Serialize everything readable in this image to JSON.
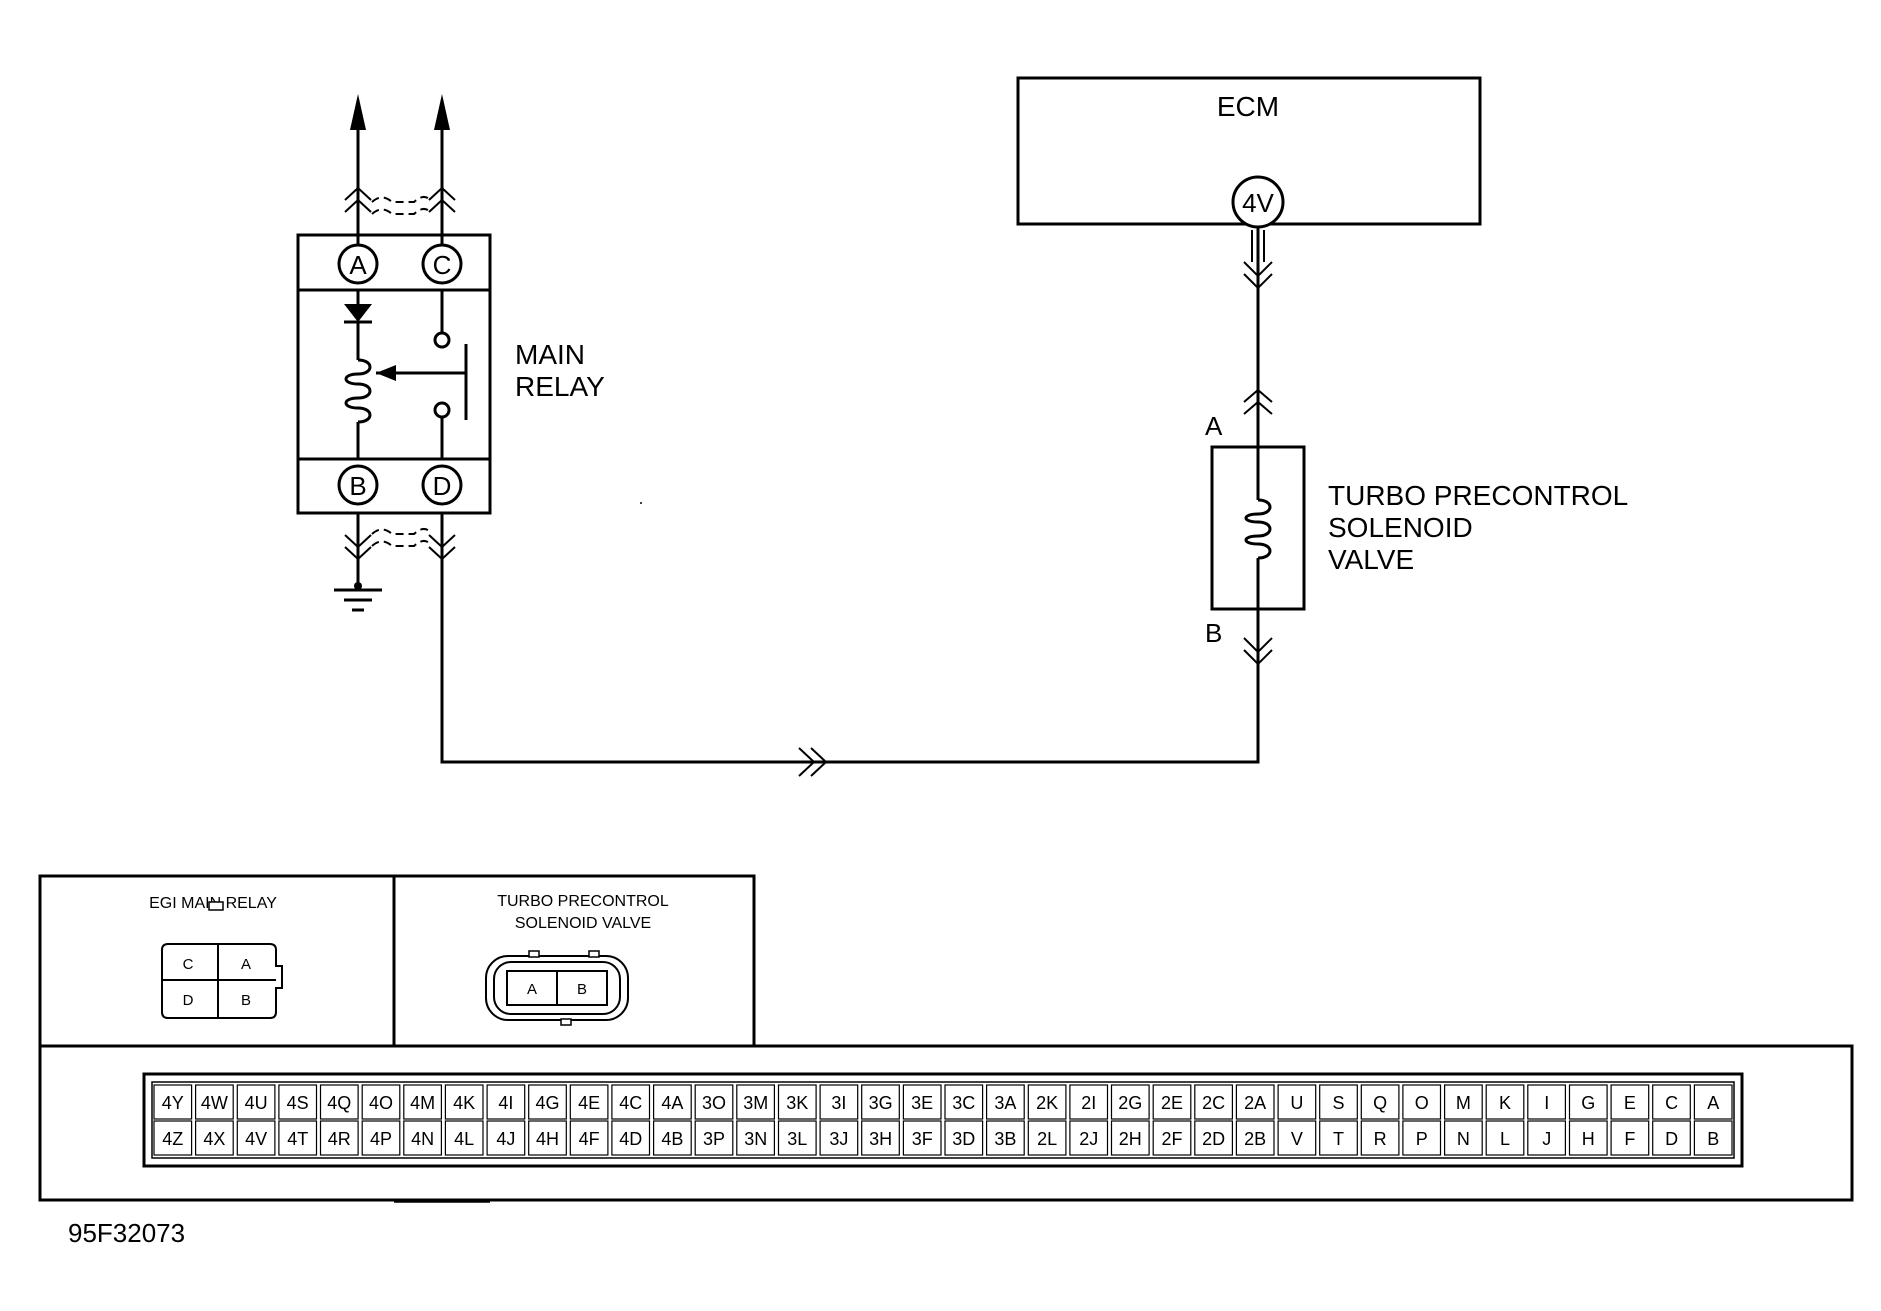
{
  "diagram_code": "95F32073",
  "main_relay": {
    "label_line1": "MAIN",
    "label_line2": "RELAY",
    "terminals": {
      "a": "A",
      "b": "B",
      "c": "C",
      "d": "D"
    }
  },
  "ecm": {
    "label": "ECM",
    "terminal": "4V"
  },
  "solenoid": {
    "label_line1": "TURBO PRECONTROL",
    "label_line2": "SOLENOID",
    "label_line3": "VALVE",
    "terminal_a": "A",
    "terminal_b": "B"
  },
  "connectors": {
    "egi_title": "EGI MAIN RELAY",
    "egi_pins": [
      "C",
      "A",
      "D",
      "B"
    ],
    "turbo_title_line1": "TURBO PRECONTROL",
    "turbo_title_line2": "SOLENOID VALVE",
    "turbo_pins": [
      "A",
      "B"
    ]
  },
  "ecm_connector": {
    "top_row": [
      "4Y",
      "4W",
      "4U",
      "4S",
      "4Q",
      "4O",
      "4M",
      "4K",
      "4I",
      "4G",
      "4E",
      "4C",
      "4A",
      "3O",
      "3M",
      "3K",
      "3I",
      "3G",
      "3E",
      "3C",
      "3A",
      "2K",
      "2I",
      "2G",
      "2E",
      "2C",
      "2A",
      "U",
      "S",
      "Q",
      "O",
      "M",
      "K",
      "I",
      "G",
      "E",
      "C",
      "A"
    ],
    "bottom_row": [
      "4Z",
      "4X",
      "4V",
      "4T",
      "4R",
      "4P",
      "4N",
      "4L",
      "4J",
      "4H",
      "4F",
      "4D",
      "4B",
      "3P",
      "3N",
      "3L",
      "3J",
      "3H",
      "3F",
      "3D",
      "3B",
      "2L",
      "2J",
      "2H",
      "2F",
      "2D",
      "2B",
      "V",
      "T",
      "R",
      "P",
      "N",
      "L",
      "J",
      "H",
      "F",
      "D",
      "B"
    ]
  }
}
